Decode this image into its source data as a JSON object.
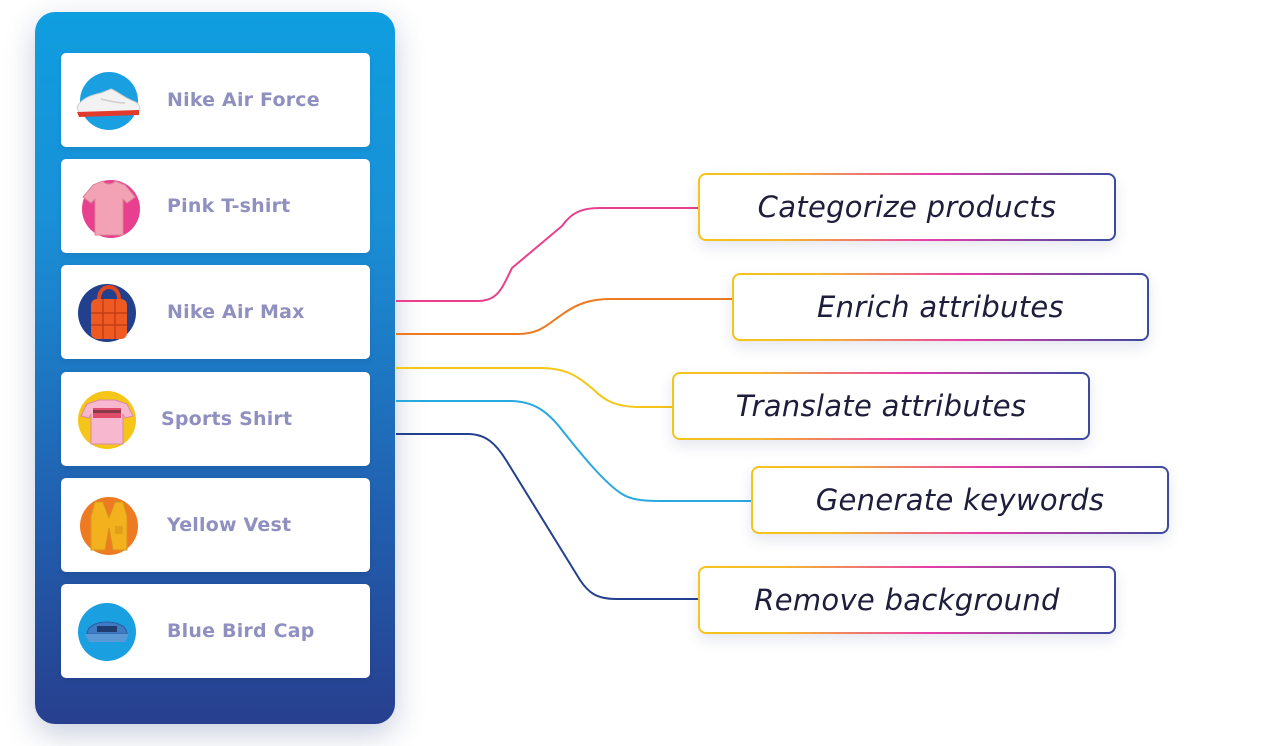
{
  "products": [
    {
      "label": "Nike Air Force",
      "icon": "sneaker-icon",
      "bg": "#1aa0e0"
    },
    {
      "label": "Pink T-shirt",
      "icon": "tshirt-icon",
      "bg": "#e8408f"
    },
    {
      "label": "Nike Air Max",
      "icon": "bag-icon",
      "bg": "#23408f"
    },
    {
      "label": "Sports Shirt",
      "icon": "sports-shirt-icon",
      "bg": "#f5c518"
    },
    {
      "label": "Yellow Vest",
      "icon": "vest-icon",
      "bg": "#ee7a22"
    },
    {
      "label": "Blue Bird Cap",
      "icon": "cap-icon",
      "bg": "#1aa0e0"
    }
  ],
  "actions": [
    {
      "label": "Categorize products",
      "line_color": "#e8408f"
    },
    {
      "label": "Enrich attributes",
      "line_color": "#ee7a22"
    },
    {
      "label": "Translate attributes",
      "line_color": "#f5c518"
    },
    {
      "label": "Generate keywords",
      "line_color": "#29a8e0"
    },
    {
      "label": "Remove background",
      "line_color": "#23408f"
    }
  ]
}
